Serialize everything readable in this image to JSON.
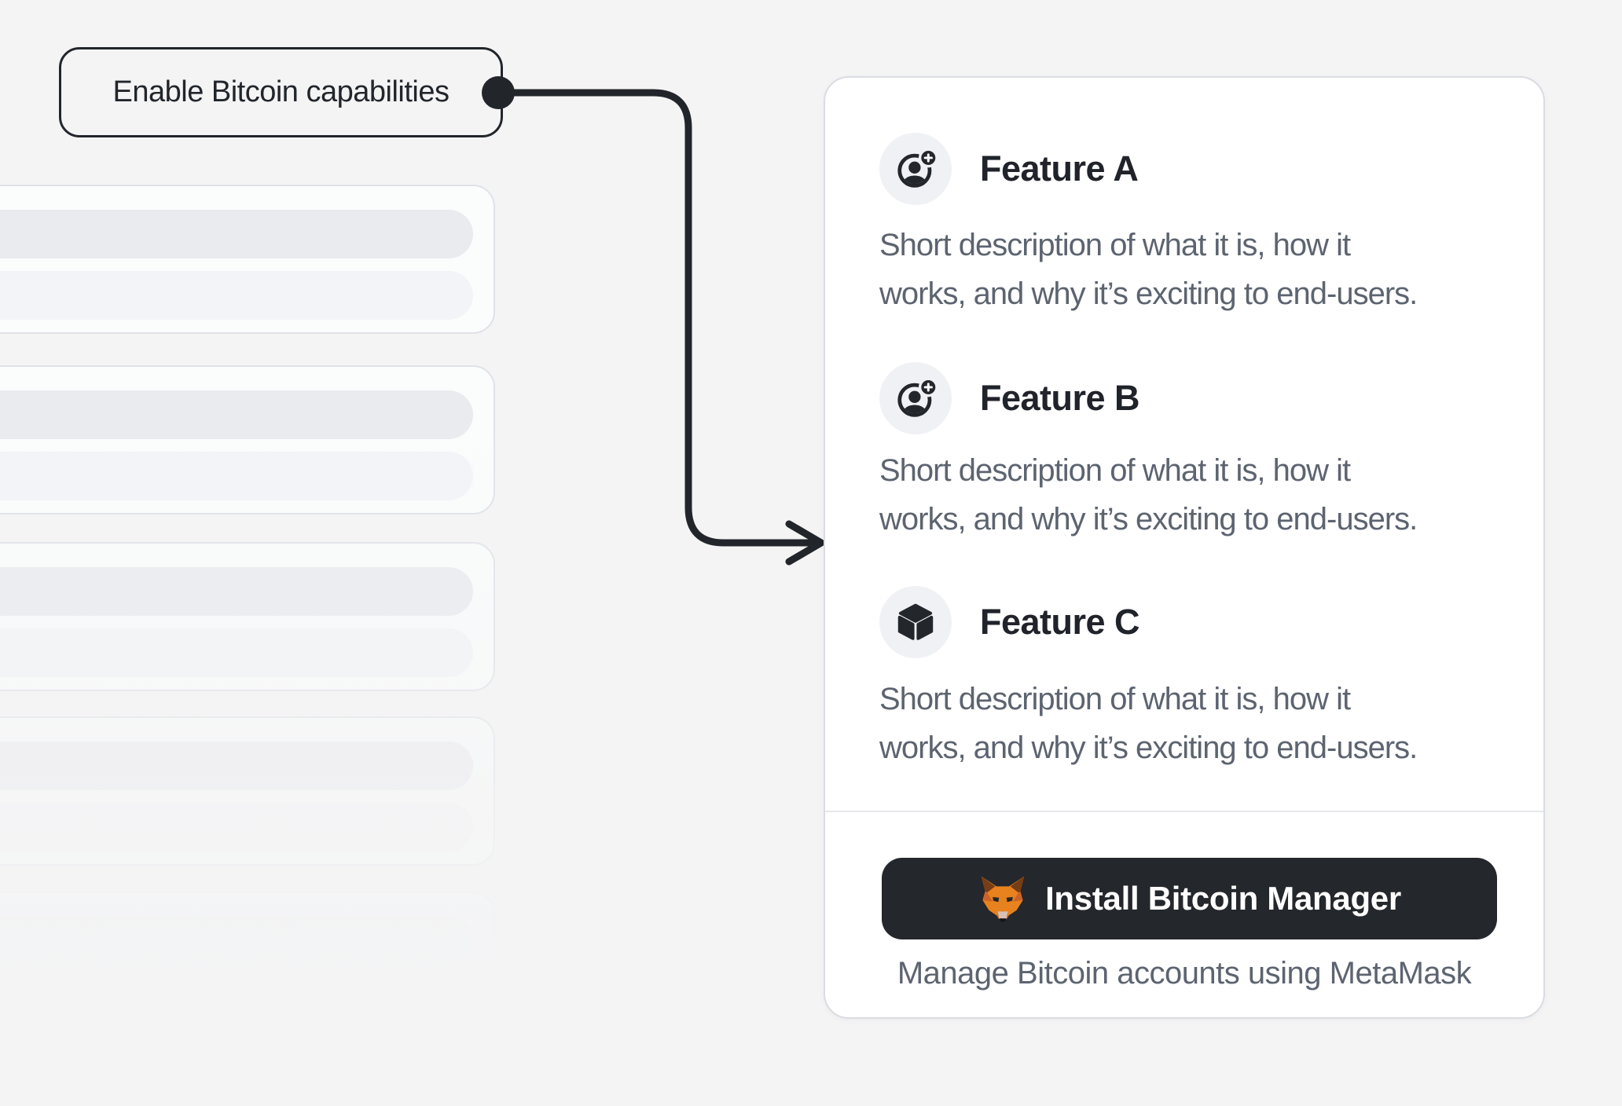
{
  "callout": {
    "label": "Enable Bitcoin capabilities"
  },
  "panel": {
    "features": [
      {
        "title": "Feature A",
        "icon": "user-add-icon",
        "desc_line1": "Short description of what it is, how it",
        "desc_line2": "works, and why it’s exciting to end-users."
      },
      {
        "title": "Feature B",
        "icon": "user-add-icon",
        "desc_line1": "Short description of what it is, how it",
        "desc_line2": "works, and why it’s exciting to end-users."
      },
      {
        "title": "Feature C",
        "icon": "cube-icon",
        "desc_line1": "Short description of what it is, how it",
        "desc_line2": "works, and why it’s exciting to end-users."
      }
    ],
    "install_button": {
      "label": "Install Bitcoin Manager",
      "icon": "metamask-fox-icon"
    },
    "caption": "Manage Bitcoin accounts using MetaMask"
  },
  "colors": {
    "background": "#f4f4f5",
    "accent_dark": "#22262b",
    "text_muted": "#5d6470",
    "card_border": "#d9dce1",
    "fox_orange": "#e8821e"
  }
}
